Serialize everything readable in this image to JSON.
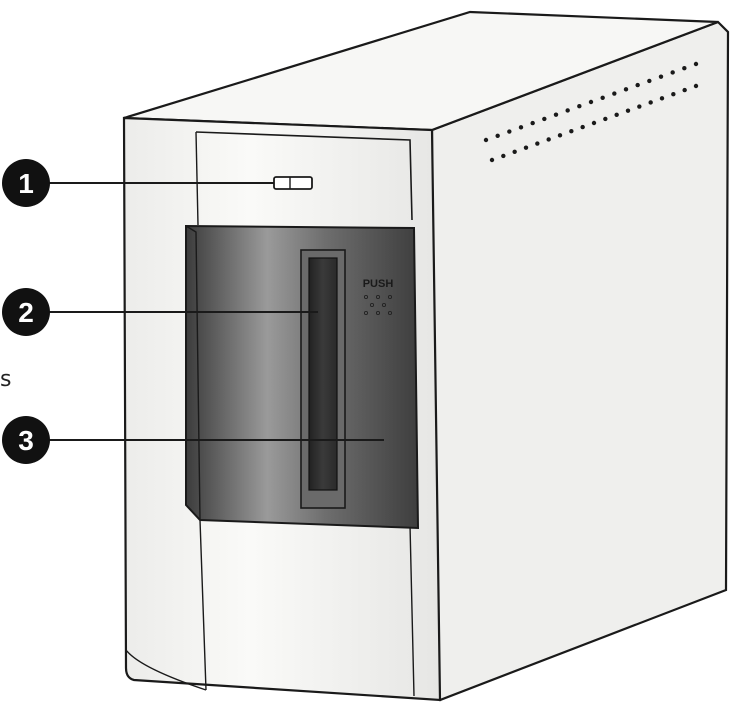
{
  "device": {
    "push_label": "PUSH"
  },
  "callouts": [
    {
      "number": "1"
    },
    {
      "number": "2"
    },
    {
      "number": "3"
    }
  ],
  "edge_text": "s",
  "colors": {
    "outline": "#1a1a1a",
    "body_light": "#f4f4f2",
    "side": "#ededeb",
    "panel_dark": "#4a4a4a",
    "callout_fill": "#111111"
  }
}
